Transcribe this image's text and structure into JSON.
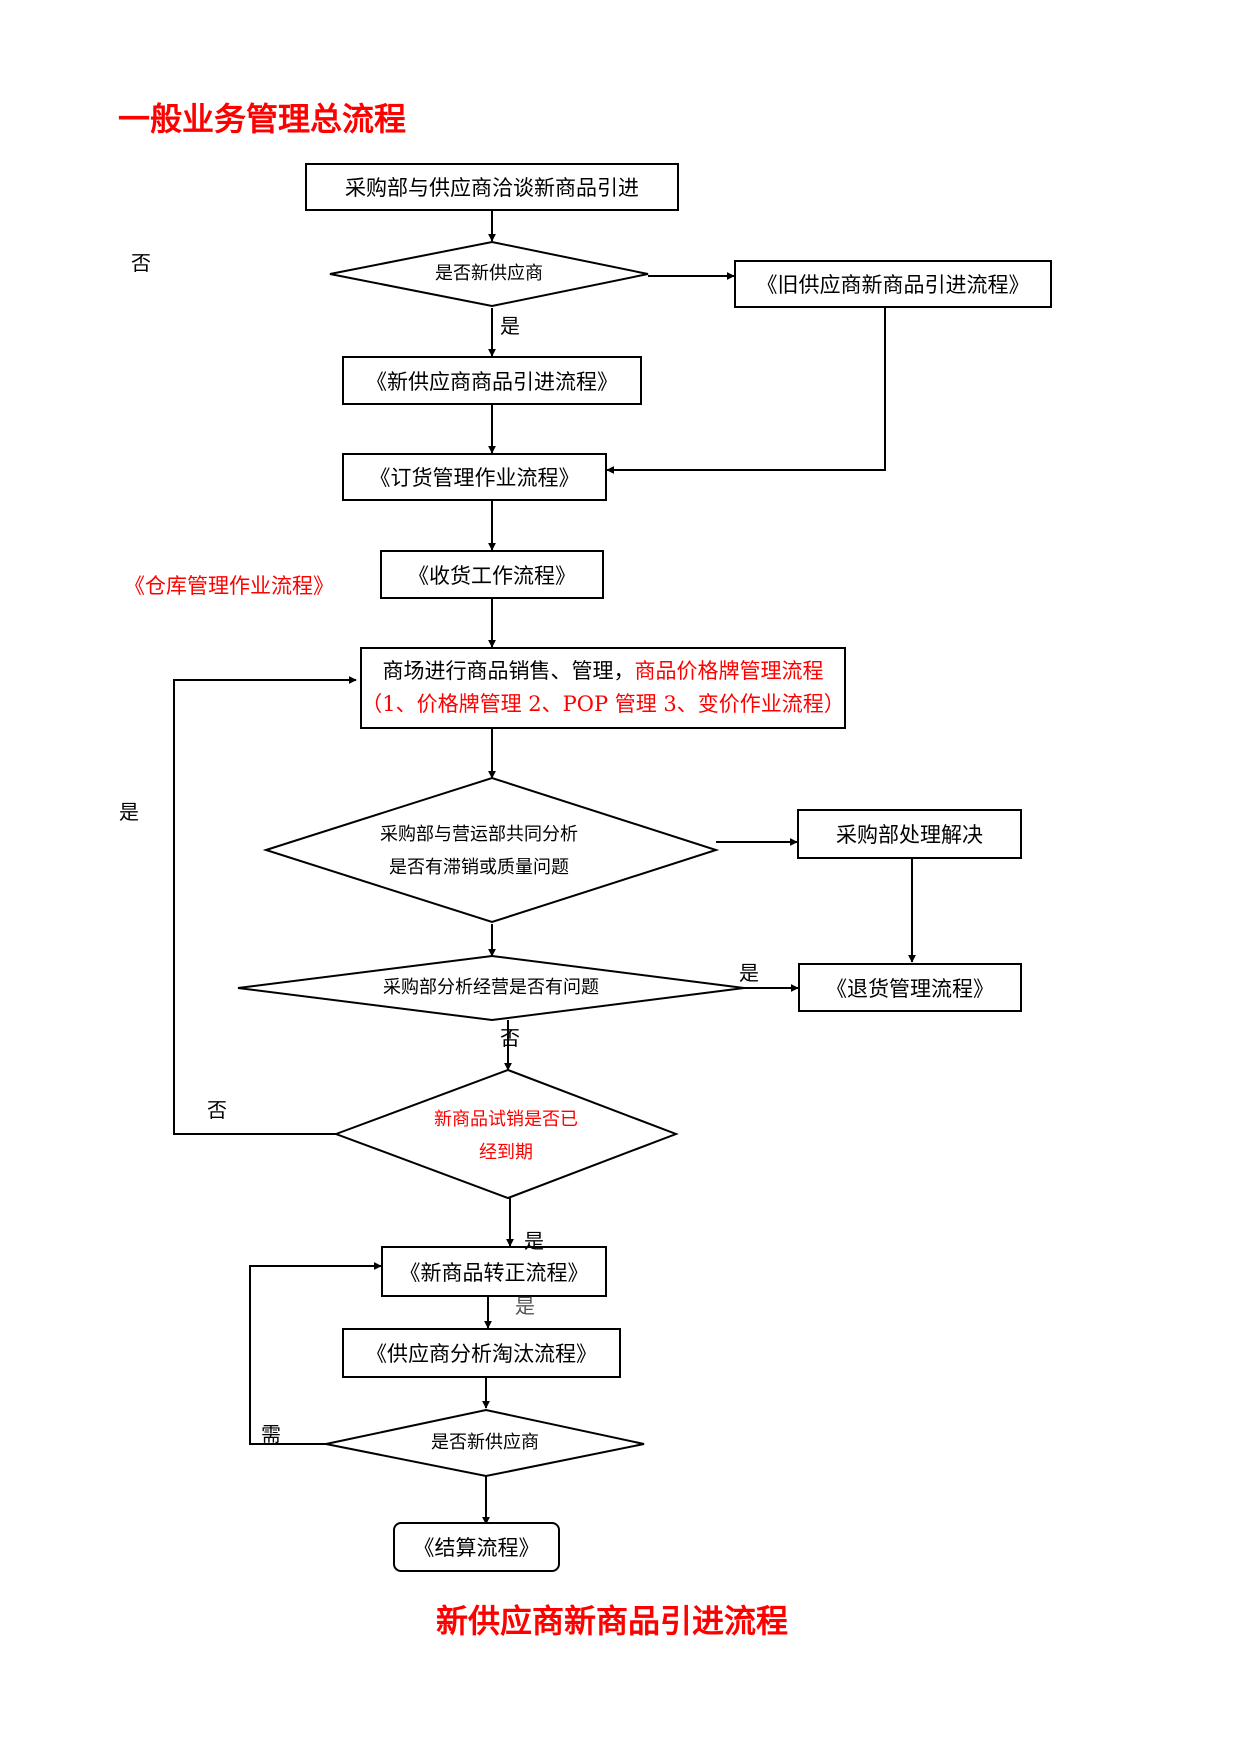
{
  "titles": {
    "main": "一般业务管理总流程",
    "bottom": "新供应商新商品引进流程"
  },
  "boxes": {
    "negotiate": "采购部与供应商洽谈新商品引进",
    "old_supplier_flow": "《旧供应商新商品引进流程》",
    "new_supplier_flow": "《新供应商商品引进流程》",
    "order_flow": "《订货管理作业流程》",
    "receiving_flow": "《收货工作流程》",
    "sales_line1_black": "商场进行商品销售、管理，",
    "sales_line1_red": "商品价格牌管理流程",
    "sales_line2": "（1、价格牌管理 2、POP 管理 3、变价作业流程）",
    "purchasing_solve": "采购部处理解决",
    "return_flow": "《退货管理流程》",
    "regularize_flow": "《新商品转正流程》",
    "supplier_eliminate_flow": "《供应商分析淘汰流程》",
    "settlement_flow": "《结算流程》"
  },
  "decisions": {
    "new_supplier_1": "是否新供应商",
    "joint_analysis_line1": "采购部与营运部共同分析",
    "joint_analysis_line2": "是否有滞销或质量问题",
    "purchasing_analysis": "采购部分析经营是否有问题",
    "trial_expired_line1": "新商品试销是否已",
    "trial_expired_line2": "经到期",
    "new_supplier_2": "是否新供应商"
  },
  "side_notes": {
    "warehouse_flow": "《仓库管理作业流程》"
  },
  "labels": {
    "no_top_left": "否",
    "yes_after_new_supplier": "是",
    "yes_left_loop": "是",
    "yes_to_return": "是",
    "no_below_analysis": "否",
    "no_left_loop": "否",
    "yes_after_trial": "是",
    "yes_faint": "是",
    "need": "需"
  },
  "colors": {
    "title_red": "#ff0000",
    "line": "#000000"
  }
}
